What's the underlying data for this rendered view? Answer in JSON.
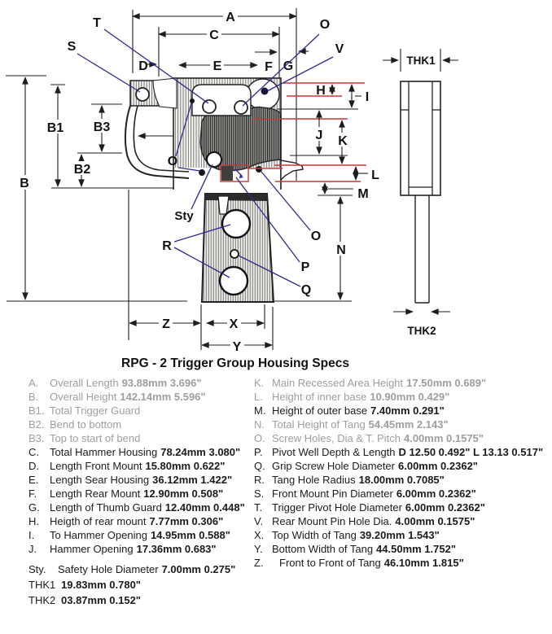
{
  "title": "RPG - 2 Trigger Group Housing Specs",
  "colors": {
    "dimension_red": "#c03a3a",
    "leader_blue": "#2b2b8f",
    "muted_text": "#9e9e9e",
    "text": "#111111"
  },
  "diagram": {
    "labels": {
      "A": "A",
      "B": "B",
      "B1": "B1",
      "B2": "B2",
      "B3": "B3",
      "C": "C",
      "D": "D",
      "E": "E",
      "F": "F",
      "G": "G",
      "H": "H",
      "I": "I",
      "J": "J",
      "K": "K",
      "L": "L",
      "M": "M",
      "N": "N",
      "O": "O",
      "P": "P",
      "Q": "Q",
      "R": "R",
      "S": "S",
      "T": "T",
      "V": "V",
      "X": "X",
      "Y": "Y",
      "Z": "Z",
      "Sty": "Sty",
      "THK1": "THK1",
      "THK2": "THK2"
    }
  },
  "specs_left": [
    {
      "key": "A.",
      "label": "Overall Length",
      "value": "93.88mm  3.696\"",
      "muted": true
    },
    {
      "key": "B.",
      "label": "Overall Height",
      "value": "142.14mm  5.596\"",
      "muted": true
    },
    {
      "key": "B1.",
      "label": "Total Trigger Guard",
      "value": "",
      "muted": true
    },
    {
      "key": "B2.",
      "label": "Bend to bottom",
      "value": "",
      "muted": true
    },
    {
      "key": "B3.",
      "label": "Top to start of bend",
      "value": "",
      "muted": true
    },
    {
      "key": "C.",
      "label": "Total Hammer Housing",
      "value": "78.24mm  3.080\"",
      "muted": false
    },
    {
      "key": "D.",
      "label": "Length Front Mount",
      "value": "15.80mm  0.622\"",
      "muted": false
    },
    {
      "key": "E.",
      "label": "Length Sear Housing",
      "value": "36.12mm  1.422\"",
      "muted": false
    },
    {
      "key": "F.",
      "label": "Length Rear Mount",
      "value": "12.90mm  0.508\"",
      "muted": false
    },
    {
      "key": "G.",
      "label": "Length of Thumb Guard",
      "value": "12.40mm  0.448\"",
      "muted": false
    },
    {
      "key": "H.",
      "label": "Heigth of rear mount",
      "value": "7.77mm  0.306\"",
      "muted": false
    },
    {
      "key": "I.",
      "label": "To Hammer Opening",
      "value": "14.95mm  0.588\"",
      "muted": false
    },
    {
      "key": "J.",
      "label": "Hammer Opening",
      "value": "17.36mm  0.683\"",
      "muted": false
    }
  ],
  "specs_right": [
    {
      "key": "K.",
      "label": "Main Recessed Area Height",
      "value": "17.50mm  0.689\"",
      "muted": true
    },
    {
      "key": "L.",
      "label": "Height of inner base",
      "value": "10.90mm 0.429\"",
      "muted": true
    },
    {
      "key": "M.",
      "label": "Height of outer base",
      "value": "7.40mm 0.291\"",
      "muted": false
    },
    {
      "key": "N.",
      "label": "Total Height of Tang",
      "value": "54.45mm  2.143\"",
      "muted": true
    },
    {
      "key": "O.",
      "label": "Screw Holes, Dia & T. Pitch",
      "value": "4.00mm  0.1575\"",
      "muted": true
    },
    {
      "key": "P.",
      "label": "Pivot Well Depth & Length",
      "value": "D 12.50 0.492\" L 13.13 0.517\"",
      "muted": false
    },
    {
      "key": "Q.",
      "label": "Grip Screw Hole Diameter",
      "value": "6.00mm 0.2362\"",
      "muted": false
    },
    {
      "key": "R.",
      "label": "Tang Hole Radius",
      "value": "18.00mm 0.7085\"",
      "muted": false
    },
    {
      "key": "S.",
      "label": "Front Mount Pin Diameter",
      "value": "6.00mm 0.2362\"",
      "muted": false
    },
    {
      "key": "T.",
      "label": "Trigger Pivot Hole Diameter",
      "value": "6.00mm 0.2362\"",
      "muted": false
    },
    {
      "key": "V.",
      "label": "Rear Mount Pin Hole Dia.",
      "value": "4.00mm  0.1575\"",
      "muted": false
    },
    {
      "key": "X.",
      "label": "Top Width of Tang",
      "value": "39.20mm 1.543\"",
      "muted": false
    },
    {
      "key": "Y.",
      "label": "Bottom Width of Tang",
      "value": "44.50mm 1.752\"",
      "muted": false
    },
    {
      "key": "Z.",
      "label": "Front to Front of Tang",
      "value": "46.10mm 1.815\"",
      "muted": false
    }
  ],
  "specs_misc": [
    {
      "key": "Sty.",
      "label": "Safety Hole Diameter",
      "value": "7.00mm  0.275\""
    },
    {
      "key": "THK1",
      "label": "",
      "value": "19.83mm  0.780\""
    },
    {
      "key": "THK2",
      "label": "",
      "value": "03.87mm  0.152\""
    }
  ]
}
